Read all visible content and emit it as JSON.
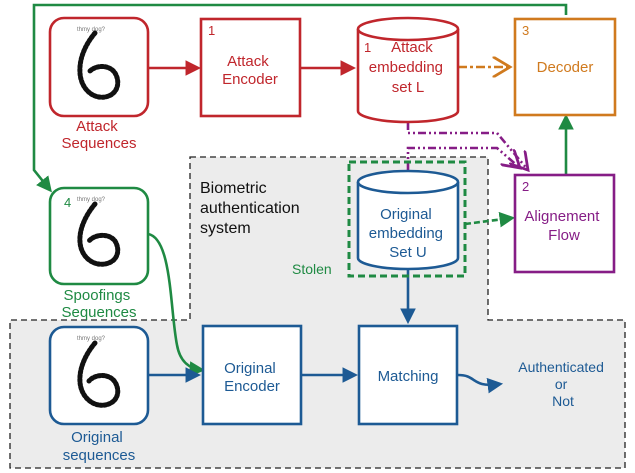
{
  "colors": {
    "red": "#c0262c",
    "orange": "#d07a1e",
    "purple": "#861d86",
    "green": "#1f8a43",
    "blue": "#1d5a94",
    "shaded": "#ececec",
    "dashed": "#222222"
  },
  "regions": {
    "biometric": {
      "label_lines": [
        "Biometric",
        "authentication",
        "system"
      ]
    }
  },
  "attack": {
    "sequences": {
      "number": "",
      "label_lines": [
        "Attack",
        "Sequences"
      ],
      "image_caption": "handwritten digit 6 trajectory"
    },
    "encoder": {
      "number": "1",
      "label_lines": [
        "Attack",
        "Encoder"
      ]
    },
    "embedding": {
      "number": "1",
      "label_lines": [
        "Attack",
        "embedding",
        "set L"
      ]
    },
    "decoder": {
      "number": "3",
      "label_lines": [
        "Decoder"
      ]
    }
  },
  "alignment": {
    "number": "2",
    "label_lines": [
      "Alignement",
      "Flow"
    ]
  },
  "spoofing": {
    "number": "4",
    "label_lines": [
      "Spoofings",
      "Sequences"
    ]
  },
  "system": {
    "original_embedding": {
      "label_lines": [
        "Original",
        "embedding",
        "Set U"
      ]
    },
    "stolen_label": "Stolen",
    "original_sequences": {
      "label_lines": [
        "Original",
        "sequences"
      ]
    },
    "original_encoder": {
      "label_lines": [
        "Original",
        "Encoder"
      ]
    },
    "matching": {
      "label_lines": [
        "Matching"
      ]
    },
    "output_lines": [
      "Authenticated",
      "or",
      "Not"
    ]
  },
  "icons": {
    "sequence_thumbnail": "digit-six-trajectory-icon",
    "thumb_mini_text": "thmy dog?"
  }
}
